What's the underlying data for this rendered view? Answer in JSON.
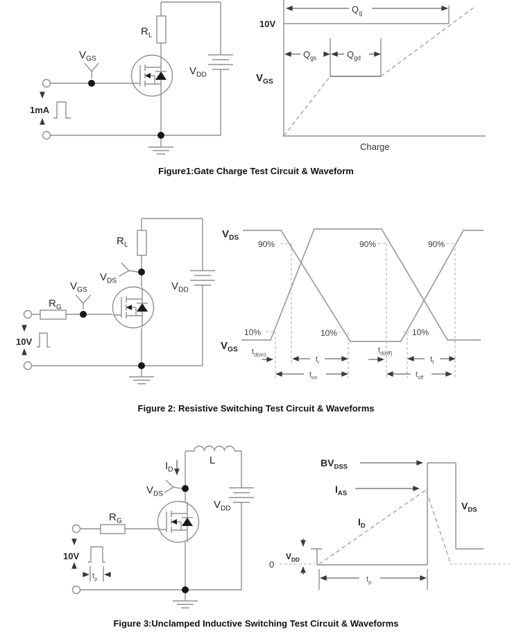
{
  "meta": {
    "background": "#ffffff",
    "line_color": "#8f8f8f",
    "text_color": "#262626"
  },
  "figure1": {
    "caption": "Figure1:Gate Charge Test Circuit & Waveform",
    "circuit": {
      "rl": {
        "main": "R",
        "sub": "L"
      },
      "vgs": {
        "main": "V",
        "sub": "GS"
      },
      "vdd": {
        "main": "V",
        "sub": "DD"
      },
      "source_current": "1mA"
    },
    "waveform": {
      "qg": {
        "main": "Q",
        "sub": "g"
      },
      "qgs": {
        "main": "Q",
        "sub": "gs"
      },
      "qgd": {
        "main": "Q",
        "sub": "gd"
      },
      "v_level": "10V",
      "y_label": {
        "main": "V",
        "sub": "GS"
      },
      "x_label": "Charge"
    }
  },
  "figure2": {
    "caption": "Figure 2: Resistive Switching Test Circuit & Waveforms",
    "circuit": {
      "rg": {
        "main": "R",
        "sub": "G"
      },
      "rl": {
        "main": "R",
        "sub": "L"
      },
      "vgs": {
        "main": "V",
        "sub": "GS"
      },
      "vds": {
        "main": "V",
        "sub": "DS"
      },
      "vdd": {
        "main": "V",
        "sub": "DD"
      },
      "pulse_level": "10V"
    },
    "waveform": {
      "vds": {
        "main": "V",
        "sub": "DS"
      },
      "vgs": {
        "main": "V",
        "sub": "GS"
      },
      "p90": "90%",
      "p10": "10%",
      "td_on": {
        "main": "t",
        "sub": "d(on)"
      },
      "tr": {
        "main": "t",
        "sub": "r"
      },
      "ton": {
        "main": "t",
        "sub": "on"
      },
      "td_off": {
        "main": "t",
        "sub": "d(off)"
      },
      "tf": {
        "main": "t",
        "sub": "f"
      },
      "toff": {
        "main": "t",
        "sub": "off"
      }
    }
  },
  "figure3": {
    "caption": "Figure 3:Unclamped Inductive Switching Test Circuit & Waveforms",
    "circuit": {
      "rg": {
        "main": "R",
        "sub": "G"
      },
      "inductor": "L",
      "id": {
        "main": "I",
        "sub": "D"
      },
      "vds": {
        "main": "V",
        "sub": "DS"
      },
      "vdd": {
        "main": "V",
        "sub": "DD"
      },
      "pulse_level": "10V",
      "tp": {
        "main": "t",
        "sub": "p"
      }
    },
    "waveform": {
      "bvdss": {
        "main": "BV",
        "sub": "DSS"
      },
      "ias": {
        "main": "I",
        "sub": "AS"
      },
      "id": {
        "main": "I",
        "sub": "D"
      },
      "vds": {
        "main": "V",
        "sub": "DS"
      },
      "vdd": {
        "main": "V",
        "sub": "DD"
      },
      "zero": "0",
      "tp": {
        "main": "t",
        "sub": "p"
      }
    }
  }
}
